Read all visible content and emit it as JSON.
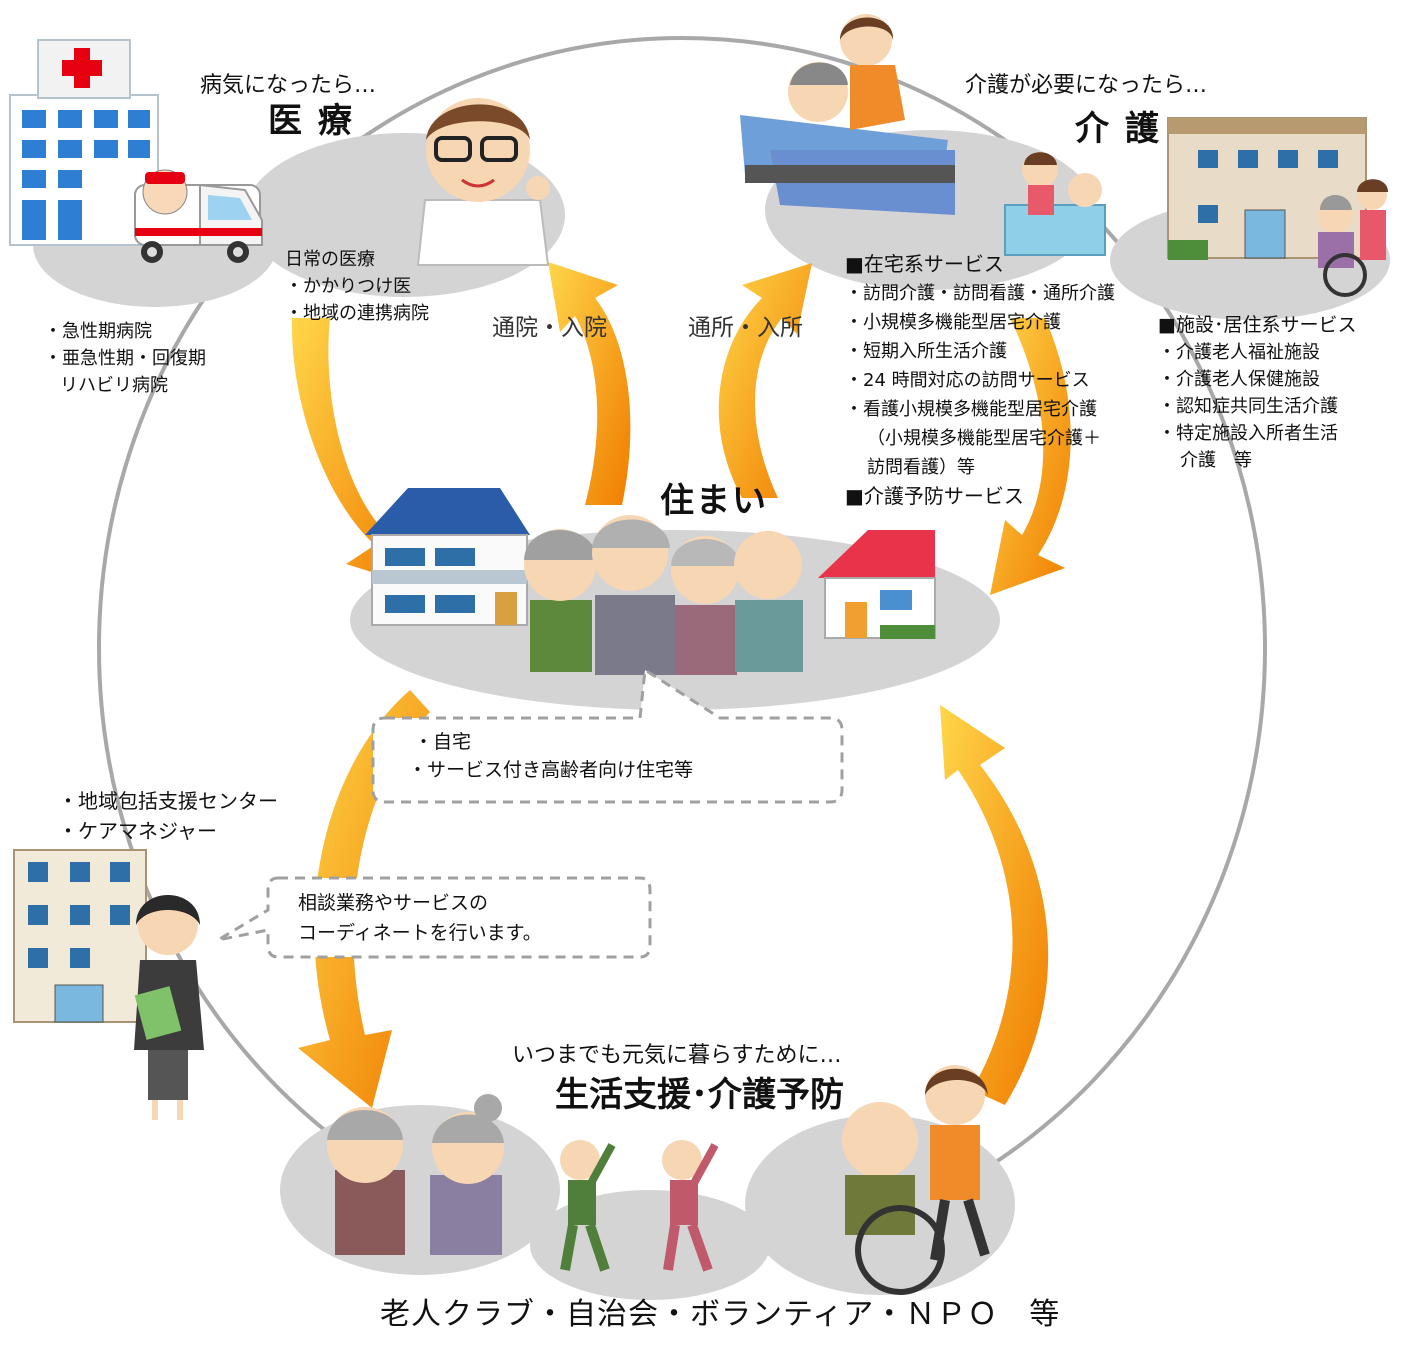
{
  "medical": {
    "heading": "病気になったら…",
    "title": "医 療",
    "daily": [
      "日常の医療",
      "・かかりつけ医",
      "・地域の連携病院"
    ],
    "hospitals": [
      "・急性期病院",
      "・亜急性期・回復期",
      "リハビリ病院"
    ]
  },
  "care": {
    "heading": "介護が必要になったら…",
    "title": "介 護",
    "home_services": [
      "■在宅系サービス",
      "・訪問介護・訪問看護・通所介護",
      "・小規模多機能型居宅介護",
      "・短期入所生活介護",
      "・24 時間対応の訪問サービス",
      "・看護小規模多機能型居宅介護",
      "（小規模多機能型居宅介護＋",
      "訪問看護）等",
      "■介護予防サービス"
    ],
    "facility_services": [
      "■施設･居住系サービス",
      "・介護老人福祉施設",
      "・介護老人保健施設",
      "・認知症共同生活介護",
      "・特定施設入所者生活",
      "介護　等"
    ]
  },
  "flows": {
    "to_medical": "通院・入院",
    "to_care": "通所・入所"
  },
  "housing": {
    "title": "住まい",
    "items": [
      "・自宅",
      "・サービス付き高齢者向け住宅等"
    ]
  },
  "support_center": {
    "names": [
      "・地域包括支援センター",
      "・ケアマネジャー"
    ],
    "speech": [
      "相談業務やサービスの",
      "コーディネートを行います。"
    ]
  },
  "life_support": {
    "heading": "いつまでも元気に暮らすために…",
    "title": "生活支援･介護予防"
  },
  "footer": "老人クラブ・自治会・ボランティア・ＮＰＯ　等",
  "colors": {
    "ellipse": "#d4d4d4",
    "ring": "#a8a8a8",
    "arrow_light": "#ffd23c",
    "arrow_dark": "#f08a00"
  }
}
